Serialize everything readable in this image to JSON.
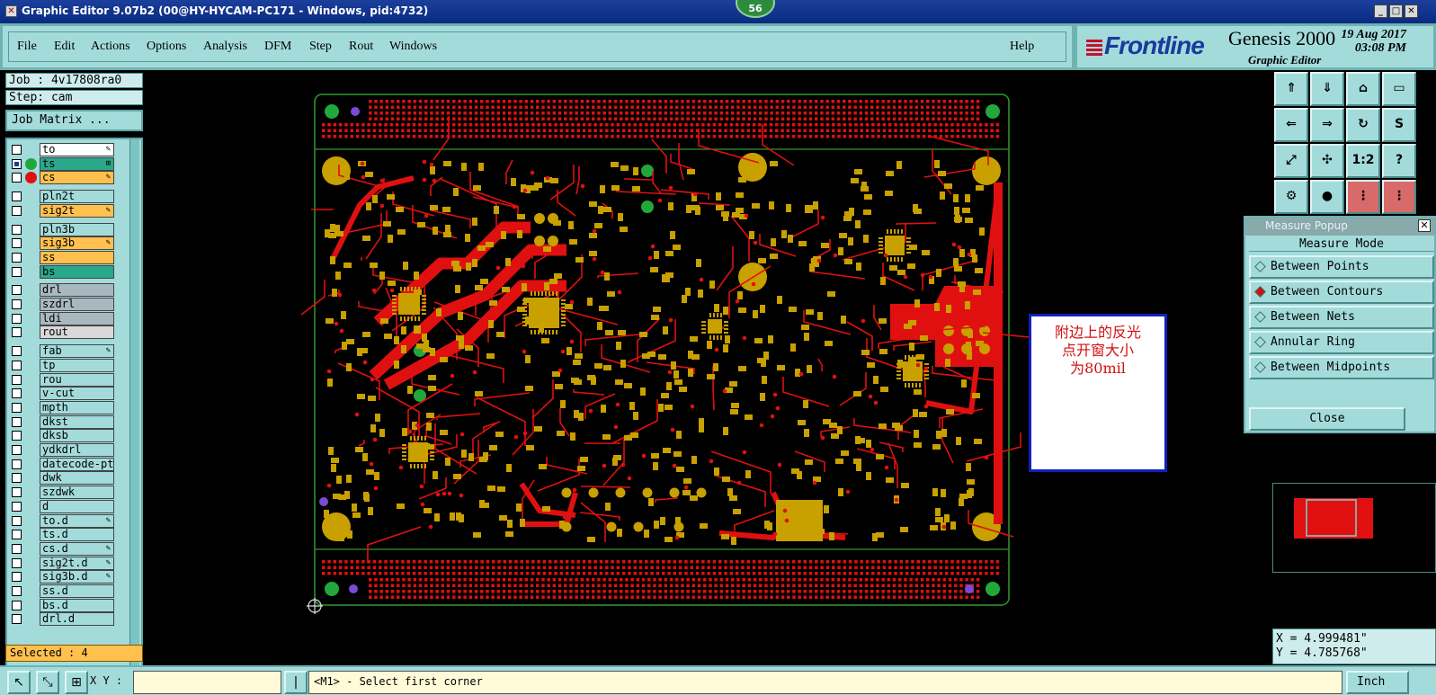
{
  "window": {
    "title": "Graphic Editor 9.07b2 (00@HY-HYCAM-PC171 - Windows, pid:4732)",
    "badge": "56"
  },
  "menu": [
    "File",
    "Edit",
    "Actions",
    "Options",
    "Analysis",
    "DFM",
    "Step",
    "Rout",
    "Windows"
  ],
  "help": "Help",
  "brand": {
    "logo": "Frontline",
    "product": "Genesis 2000",
    "subtitle": "Graphic Editor",
    "date": "19 Aug 2017",
    "time": "03:08 PM"
  },
  "job": {
    "job": "Job : 4v17808ra0",
    "step": "Step: cam",
    "matrix_button": "Job Matrix ..."
  },
  "layers": [
    {
      "name": "to",
      "color": "#ffffff",
      "marker": "✎"
    },
    {
      "name": "ts",
      "color": "#2aa88a",
      "marker": "⊞",
      "on": true,
      "icon": "#1fa83a"
    },
    {
      "name": "cs",
      "color": "#ffc04d",
      "marker": "✎",
      "icon": "#e01010"
    },
    {
      "name": "pln2t",
      "color": "#a3dbdb",
      "marker": ""
    },
    {
      "name": "sig2t",
      "color": "#ffc04d",
      "marker": "✎"
    },
    {
      "name": "pln3b",
      "color": "#a3dbdb",
      "marker": ""
    },
    {
      "name": "sig3b",
      "color": "#ffc04d",
      "marker": "✎"
    },
    {
      "name": "ss",
      "color": "#ffc04d",
      "marker": ""
    },
    {
      "name": "bs",
      "color": "#2aa88a",
      "marker": ""
    },
    {
      "name": "drl",
      "color": "#a9b7bf",
      "marker": ""
    },
    {
      "name": "szdrl",
      "color": "#a9b7bf",
      "marker": ""
    },
    {
      "name": "ldi",
      "color": "#a9b7bf",
      "marker": ""
    },
    {
      "name": "rout",
      "color": "#d8d8d8",
      "marker": ""
    },
    {
      "name": "fab",
      "color": "#a3dbdb",
      "marker": "✎"
    },
    {
      "name": "tp",
      "color": "#a3dbdb",
      "marker": ""
    },
    {
      "name": "rou",
      "color": "#a3dbdb",
      "marker": ""
    },
    {
      "name": "v-cut",
      "color": "#a3dbdb",
      "marker": ""
    },
    {
      "name": "mpth",
      "color": "#a3dbdb",
      "marker": ""
    },
    {
      "name": "dkst",
      "color": "#a3dbdb",
      "marker": ""
    },
    {
      "name": "dksb",
      "color": "#a3dbdb",
      "marker": ""
    },
    {
      "name": "ydkdrl",
      "color": "#a3dbdb",
      "marker": ""
    },
    {
      "name": "datecode-pt",
      "color": "#a3dbdb",
      "marker": ""
    },
    {
      "name": "dwk",
      "color": "#a3dbdb",
      "marker": ""
    },
    {
      "name": "szdwk",
      "color": "#a3dbdb",
      "marker": ""
    },
    {
      "name": "d",
      "color": "#a3dbdb",
      "marker": ""
    },
    {
      "name": "to.d",
      "color": "#a3dbdb",
      "marker": "✎"
    },
    {
      "name": "ts.d",
      "color": "#a3dbdb",
      "marker": ""
    },
    {
      "name": "cs.d",
      "color": "#a3dbdb",
      "marker": "✎"
    },
    {
      "name": "sig2t.d",
      "color": "#a3dbdb",
      "marker": "✎"
    },
    {
      "name": "sig3b.d",
      "color": "#a3dbdb",
      "marker": "✎"
    },
    {
      "name": "ss.d",
      "color": "#a3dbdb",
      "marker": ""
    },
    {
      "name": "bs.d",
      "color": "#a3dbdb",
      "marker": ""
    },
    {
      "name": "drl.d",
      "color": "#a3dbdb",
      "marker": ""
    }
  ],
  "selected": "Selected : 4",
  "note": {
    "line1": "附边上的反光",
    "line2": "点开窗大小",
    "line3": "为80mil"
  },
  "measure": {
    "title": "Measure Popup",
    "mode_label": "Measure Mode",
    "options": [
      "Between Points",
      "Between Contours",
      "Between Nets",
      "Annular Ring",
      "Between Midpoints"
    ],
    "active_option": 1,
    "close": "Close"
  },
  "coords": {
    "x": "X = 4.999481\"",
    "y": "Y = 4.785768\""
  },
  "status": {
    "xy_label": "X Y :",
    "message": "<M1> - Select first corner",
    "units": "Inch"
  },
  "colors": {
    "panel": "#a3dbdb",
    "copper": "#e01010",
    "pad": "#c8a000",
    "outline": "#2e9a2e"
  }
}
